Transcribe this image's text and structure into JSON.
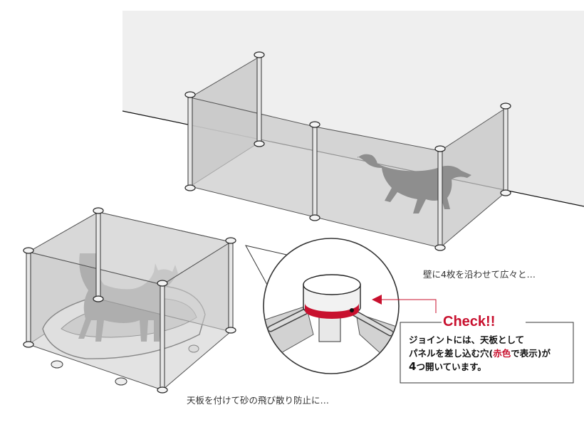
{
  "captions": {
    "wall": "壁に4枚を沿わせて広々と…",
    "top": "天板を付けて砂の飛び散り防止に…"
  },
  "check": {
    "title": "Check!!",
    "line1": "ジョイントには、天板として",
    "line2_pre": "パネルを差し込む穴(",
    "line2_red": "赤色",
    "line2_mid": "で表示",
    "line2_post": ")が",
    "line3_num": "4",
    "line3_rest": "つ開いています。"
  },
  "colors": {
    "accent": "#c8102e",
    "panel": "#c9c9c9",
    "wall": "#efefef",
    "silhouette": "#8e8e8e"
  }
}
